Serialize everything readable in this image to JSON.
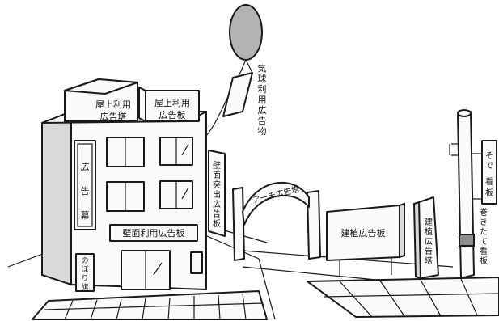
{
  "labels": {
    "rooftop_tower": [
      "屋上利用",
      "広告塔"
    ],
    "rooftop_board": [
      "屋上利用",
      "広告板"
    ],
    "balloon": [
      "気",
      "球",
      "利",
      "用",
      "広",
      "告",
      "物"
    ],
    "wall_sign": [
      "広",
      "告",
      "幕"
    ],
    "wall_board": "壁面利用広告板",
    "banner": [
      "の",
      "ぼ",
      "り",
      "旗"
    ],
    "projecting_sign": [
      "壁",
      "面",
      "突",
      "出",
      "広",
      "告",
      "板"
    ],
    "arch": "アーチ広告塔",
    "standing_board": "建植広告板",
    "standing_tower": [
      "建",
      "植",
      "広",
      "告",
      "塔"
    ],
    "side_sign": [
      "そ",
      "で",
      "看",
      "板"
    ],
    "wrap_sign": [
      "巻",
      "き",
      "た",
      "て",
      "看",
      "板"
    ]
  },
  "colors": {
    "ink": "#1a1a1a",
    "balloon": "#b3b3b3",
    "shade": "#d9d9d9"
  }
}
